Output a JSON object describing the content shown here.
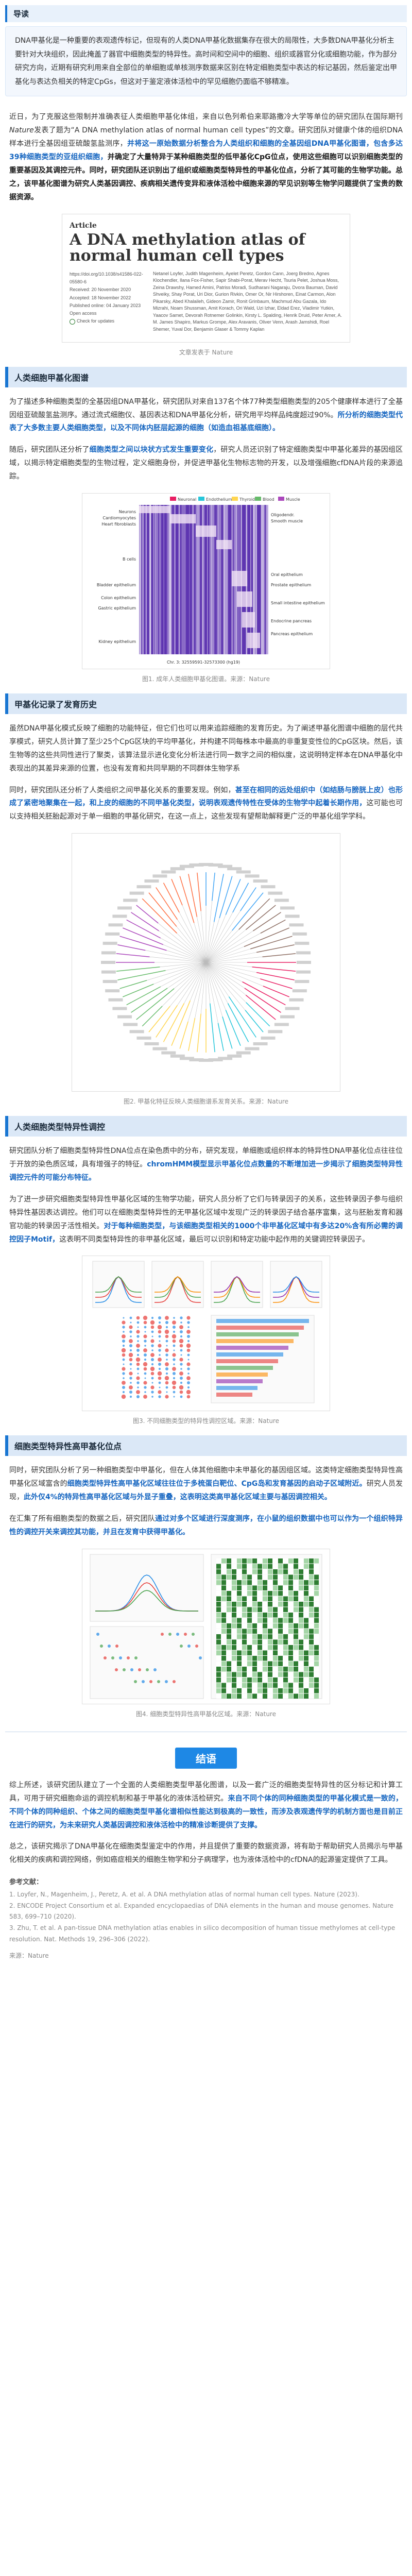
{
  "guide": {
    "title": "导读",
    "text": "DNA甲基化是一种重要的表观遗传标记，但现有的人类DNA甲基化数据集存在很大的局限性，大多数DNA甲基化分析主要针对大块组织，因此掩盖了器官中细胞类型的特异性。高时间和空间中的细胞、组织或器官分化或细胞功能，作为部分研究方向，近期有研究利用来自全部位的单细胞或单核测序数据来区别在特定细胞类型中表达的标记基因，然后鉴定出甲基化与表达负相关的特定CpGs，但这对于鉴定液体活检中的罕见细胞仍面临不够精准。"
  },
  "intro": {
    "p1": "近日，为了克服这些限制并准确表征人类细胞甲基化体组，来自以色列希伯来耶路撒冷大学等单位的研究团队在国际期刊",
    "p1_journal": "Nature",
    "p1_b": "发表了题为“A DNA methylation atlas of normal human cell types”的文章。研究团队对健康个体的组织DNA样本进行全基因组亚硫酸氢盐测序，",
    "p1_blue": "并将这一原始数据分析整合为人类组织和细胞的全基因组DNA甲基化图谱，包含多达39种细胞类型的亚组织细胞，",
    "p1_c": "并确定了大量特异于某种细胞类型的低甲基化CpG位点，使用这些细胞可以识别细胞类型的重要基因及其调控元件。同时，研究团队还识别出了组织或细胞类型特异性的甲基化位点，分析了其可能的生物学功能。总之，该甲基化图谱为研究人类基因调控、疾病相关遗传变异和液体活检中细胞来源的罕见识别等生物学问题提供了宝贵的数据资源。"
  },
  "article": {
    "kind": "Article",
    "title": "A DNA methylation atlas of normal human cell types",
    "meta": [
      "https://doi.org/10.1038/s41586-022-05580-6",
      "Received: 20 November 2020",
      "Accepted: 18 November 2022",
      "Published online: 04 January 2023",
      "Open access",
      "Check for updates"
    ],
    "authors": "Netanel Loyfer, Judith Magenheim, Ayelet Peretz, Gordon Cann, Joerg Bredno, Agnes Klochendler, Ilana Fox-Fisher, Sapir Shabi-Porat, Merav Hecht, Tsuria Pelet, Joshua Moss, Zeina Drawshy, Hamed Amini, Patriss Moradi, Sudharani Nagaraju, Dvora Bauman, David Shveiky, Shay Porat, Uri Dior, Gurion Rivkin, Omer Or, Nir Hirshoren, Einat Carmon, Alon Pikarsky, Abed Khalaileh, Gideon Zamir, Ronit Grinbaum, Machmud Abu Gazala, Ido Mizrahi, Noam Shussman, Amit Korach, Ori Wald, Uzi Izhar, Eldad Erez, Vladimir Yutkin, Yaacov Samet, Devorah Rotnemer Golinkin, Kirsty L. Spalding, Henrik Druid, Peter Arner, A. M. James Shapiro, Markus Grompe, Alex Aravanis, Oliver Venn, Arash Jamshidi, Roel Shemer, Yuval Dor, Benjamin Glaser & Tommy Kaplan",
    "caption": "文章发表于 Nature"
  },
  "sec1": {
    "title": "人类细胞甲基化图谱",
    "p1": "为了描述多种细胞类型的全基因组DNA甲基化，研究团队对来自137名个体77种类型细胞类型的205个健康样本进行了全基因组亚硫酸氢盐测序。通过流式细胞仪、基因表达和DNA甲基化分析，研究用平均样品纯度超过90%。",
    "p1_blue": "所分析的细胞类型代表了大多数主要人类细胞类型，以及不同体内胚层起源的细胞（如造血祖基底细胞）。",
    "p2_a": "随后，研究团队还分析了",
    "p2_hl": "细胞类型之间以块状方式发生重要变化",
    "p2_b": "，研究人员还识别了特定细胞类型中甲基化差异的基因组区域，以揭示特定细胞类型的生物过程，定义细胞身份，并促进甲基化生物标志物的开发，以及增强细胞cfDNA片段的来源追踪。",
    "caption": "图1. 成年人类细胞甲基化图谱。来源：Nature"
  },
  "heatmap": {
    "legend": [
      "Neuronal",
      "Endothelium",
      "Thyroid",
      "Blood",
      "Muscle"
    ],
    "left_labels": [
      "Neurons",
      "Cardiomyocytes",
      "Heart fibroblasts",
      "B cells",
      "Bladder epithelium",
      "Colon epithelium",
      "Gastric epithelium",
      "Kidney epithelium"
    ],
    "right_labels": [
      "Oligodendr.",
      "Smooth muscle",
      "Oral epithelium",
      "Prostate epithelium",
      "Small intestine epithelium",
      "Endocrine pancreas",
      "Pancreas epithelium"
    ],
    "footer": "Chr. 3: 32559591-32573300 (hg19)"
  },
  "sec2": {
    "title": "甲基化记录了发育历史",
    "p1": "虽然DNA甲基化模式反映了细胞的功能特征，但它们也可以用来追踪细胞的发育历史。为了阐述甲基化图谱中细胞的层代共享模式，研究人员计算了至少25个CpG区块的平均甲基化，并构建不同每株本中最高的非重复变性位的CpG区块。然后，该生物等的这些共同性进行了聚类，该算法显示进化变化分析法进行同一数字之间的相似度，这说明特定样本在DNA甲基化中表现出的其差异来源的位置，也没有发育和共同早期的不同群体生物学系",
    "p2_a": "同时，研究团队还分析了人类组织之间甲基化关系的重要发现。例如，",
    "p2_blue": "甚至在相同的远处组织中（如结肠与膀胱上皮）也形成了紧密地聚集在一起，和上皮的细胞的不同甲基化类型，说明表观遗传特性在受体的生物学中起着长期作用，",
    "p2_c": "这可能也可以支持相关胚胎起源对于单一细胞的甲基化研究，在这一点上，这些发现有望帮助解释更广泛的甲基化组学学科。",
    "caption": "图2. 甲基化特征反映人类细胞谱系发育关系。来源：Nature"
  },
  "sec3": {
    "title": "人类细胞类型特异性调控",
    "p1_a": "研究团队分析了细胞类型特异性DNA位点在染色质中的分布，研究发现，单细胞或组织样本的特异性DNA甲基化位点往往位于开放的染色质区域，具有增强子的特征。",
    "p1_blue": "chromHMM模型显示甲基化位点数量的不断增加进一步揭示了细胞类型特异性调控元件的可能分布特征。",
    "p2": "为了进一步研究细胞类型特异性甲基化区域的生物学功能，研究人员分析了它们与转录因子的关系，这些转录因子参与组织特异性基因表达调控。他们可以在细胞类型特异性的无甲基化区域中发现广泛的转录因子结合基序富集，这与胚胎发育和器官功能的转录因子活性相关。",
    "p2_blue": "对于每种细胞类型，与该细胞类型相关的1000个非甲基化区域中有多达20%含有所必需的调控因子Motif，",
    "p2_c": "这表明不同类型特异性的非甲基化区域，最后可以识别和特定功能中起作用的关键调控转录因子。",
    "caption": "图3. 不同细胞类型的特异性调控区域。来源：Nature"
  },
  "sec4": {
    "title": "细胞类型特异性高甲基化位点",
    "p1_a": "同时，研究团队分析了另一种细胞类型中甲基化，但在人体其他细胞中未甲基化的基因组区域。这类特定细胞类型特异性高甲基化区域富含的",
    "p1_blue": "细胞类型特异性高甲基化区域往往位于多梳蛋白靶位、CpG岛和发育基因的启动子区域附近。",
    "p1_c": "研究人员发现，",
    "p1_blue2": "此外仅4%的特异性高甲基化区域与外显子重叠，这表明这类高甲基化区域主要与基因调控相关。",
    "p2_a": "在汇集了所有细胞类型的数据之后，研究团队",
    "p2_blue": "通过对多个区域进行深度测序，在小鼠的组织数据中也可以作为一个组织特异性的调控开关来调控其功能，并且在发育中获得甲基化。",
    "caption": "图4. 细胞类型特异性高甲基化区域。来源：Nature"
  },
  "conclusion": {
    "title": "结语",
    "p1_a": "综上所述，该研究团队建立了一个全面的人类细胞类型甲基化图谱，以及一套广泛的细胞类型特异性的区分标记和计算工具，可用于研究细胞命运的调控机制和基于甲基化的液体活检研究。",
    "p1_blue": "来自不同个体的同种细胞类型的甲基化模式是一致的，不同个体的同种组织、个体之间的细胞类型甲基化谱相似性能达到极高的一致性，而涉及表观遗传学的机制方面也是目前正在进行的研究，为未来研究人类基因调控和液体活检中的精准诊断提供了支撑。",
    "p2": "总之，该研究揭示了DNA甲基化在细胞类型鉴定中的作用，并且提供了重要的数据资源，将有助于帮助研究人员揭示与甲基化相关的疾病和调控网络，例如癌症相关的细胞生物学和分子病理学，也为液体活检中的cfDNA的起源鉴定提供了工具。"
  },
  "references": {
    "title": "参考文献：",
    "items": [
      "1. Loyfer, N., Magenheim, J., Peretz, A. et al. A DNA methylation atlas of normal human cell types. Nature (2023).",
      "2. ENCODE Project Consortium et al. Expanded encyclopaedias of DNA elements in the human and mouse genomes. Nature 583, 699–710 (2020).",
      "3. Zhu, T. et al. A pan-tissue DNA methylation atlas enables in silico decomposition of human tissue methylomes at cell-type resolution. Nat. Methods 19, 296–306 (2022)."
    ]
  },
  "source": "来源：Nature"
}
